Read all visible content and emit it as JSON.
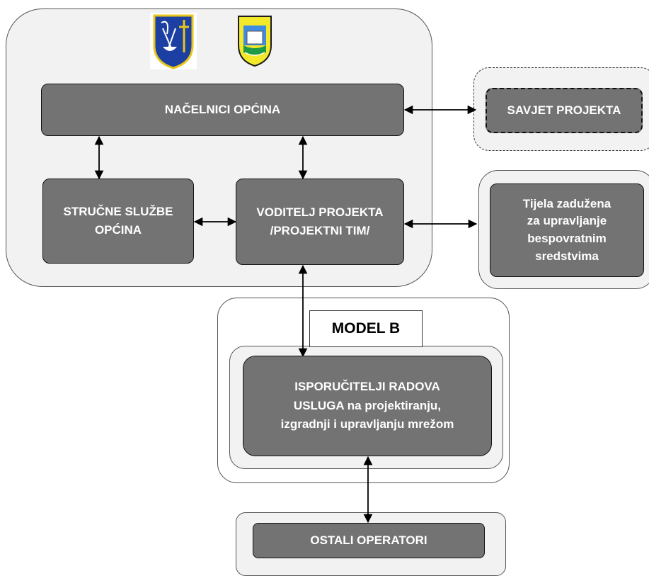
{
  "crests": [
    {
      "icon": "municipal-coat-of-arms-icon",
      "colors": {
        "field": "#1b3fa3",
        "border": "#e8c618"
      }
    },
    {
      "icon": "municipal-coat-of-arms-icon",
      "colors": {
        "field": "#f3e82a",
        "border": "#1c1c1c"
      }
    }
  ],
  "nodes": {
    "nacelnici": "NAČELNICI OPĆINA",
    "savjet": "SAVJET PROJEKTA",
    "strucne": [
      "STRUČNE SLUŽBE",
      "OPĆINA"
    ],
    "voditelj": [
      "VODITELJ PROJEKTA",
      "/PROJEKTNI TIM/"
    ],
    "tijela": [
      "Tijela zadužena",
      "za upravljanje",
      "bespovratnim",
      "sredstvima"
    ],
    "model": "MODEL B",
    "isporucitelji": [
      "ISPORUČITELJI RADOVA",
      "USLUGA na projektiranju,",
      "izgradnji i upravljanju mrežom"
    ],
    "ostali": "OSTALI OPERATORI"
  },
  "colors": {
    "box_fill": "#737373",
    "container_fill": "#f2f2f2",
    "text": "#ffffff"
  }
}
